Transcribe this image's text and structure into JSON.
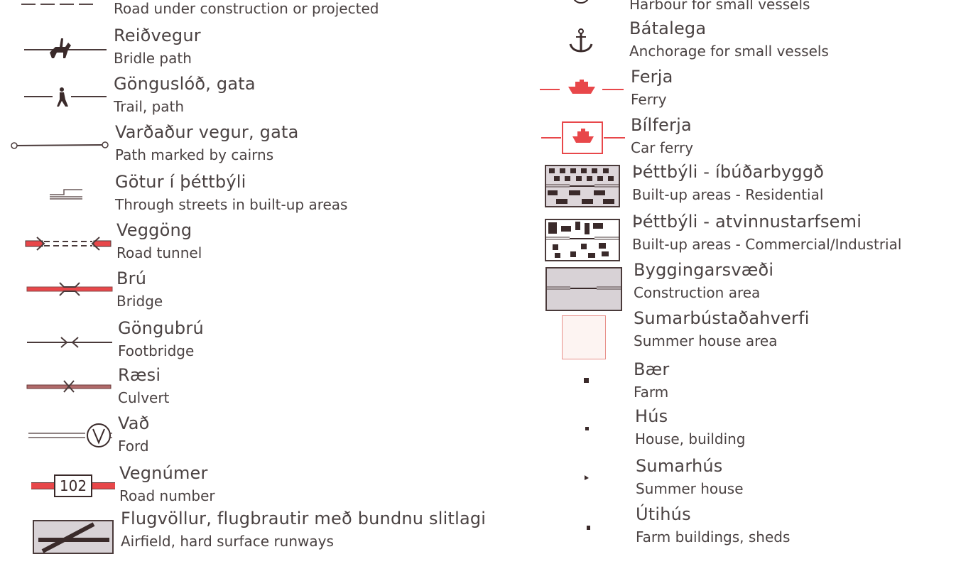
{
  "colors": {
    "text": "#4a4242",
    "red": "#e8474a",
    "symbol": "#4a3a3a",
    "fill": "#ddd6da"
  },
  "left": [
    {
      "title": "",
      "subtitle": "Road under construction or projected",
      "icon": "dashed-line-icon"
    },
    {
      "title": "Reiðvegur",
      "subtitle": "Bridle path",
      "icon": "horse-rider-icon"
    },
    {
      "title": "Gönguslóð, gata",
      "subtitle": "Trail, path",
      "icon": "hiker-icon"
    },
    {
      "title": "Varðaður vegur, gata",
      "subtitle": "Path marked by cairns",
      "icon": "cairn-path-icon"
    },
    {
      "title": "Götur í þéttbýli",
      "subtitle": "Through streets in built-up areas",
      "icon": "street-icon"
    },
    {
      "title": "Veggöng",
      "subtitle": "Road tunnel",
      "icon": "tunnel-icon"
    },
    {
      "title": "Brú",
      "subtitle": "Bridge",
      "icon": "bridge-icon"
    },
    {
      "title": "Göngubrú",
      "subtitle": "Footbridge",
      "icon": "footbridge-icon"
    },
    {
      "title": "Ræsi",
      "subtitle": "Culvert",
      "icon": "culvert-icon"
    },
    {
      "title": "Vað",
      "subtitle": "Ford",
      "icon": "ford-icon"
    },
    {
      "title": "Vegnúmer",
      "subtitle": "Road number",
      "icon": "road-number-icon",
      "number": "102"
    },
    {
      "title": "Flugvöllur, flugbrautir með bundnu slitlagi",
      "subtitle": "Airfield, hard surface runways",
      "icon": "airfield-icon"
    }
  ],
  "right": [
    {
      "title": "",
      "subtitle": "Harbour for small vessels",
      "icon": "harbour-icon"
    },
    {
      "title": "Bátalega",
      "subtitle": "Anchorage for small vessels",
      "icon": "anchor-icon"
    },
    {
      "title": "Ferja",
      "subtitle": "Ferry",
      "icon": "ferry-icon"
    },
    {
      "title": "Bílferja",
      "subtitle": "Car ferry",
      "icon": "car-ferry-icon"
    },
    {
      "title": "Þéttbýli - íbúðarbyggð",
      "subtitle": "Built-up areas - Residential",
      "icon": "residential-area-icon"
    },
    {
      "title": "Þéttbýli - atvinnustarfsemi",
      "subtitle": "Built-up areas - Commercial/Industrial",
      "icon": "commercial-area-icon"
    },
    {
      "title": "Byggingarsvæði",
      "subtitle": "Construction area",
      "icon": "construction-area-icon"
    },
    {
      "title": "Sumarbústaðahverfi",
      "subtitle": "Summer house area",
      "icon": "summer-house-area-icon"
    },
    {
      "title": "Bær",
      "subtitle": "Farm",
      "icon": "farm-icon"
    },
    {
      "title": "Hús",
      "subtitle": "House, building",
      "icon": "house-icon"
    },
    {
      "title": "Sumarhús",
      "subtitle": "Summer house",
      "icon": "summer-house-icon"
    },
    {
      "title": "Útihús",
      "subtitle": "Farm buildings, sheds",
      "icon": "farm-buildings-icon"
    }
  ]
}
